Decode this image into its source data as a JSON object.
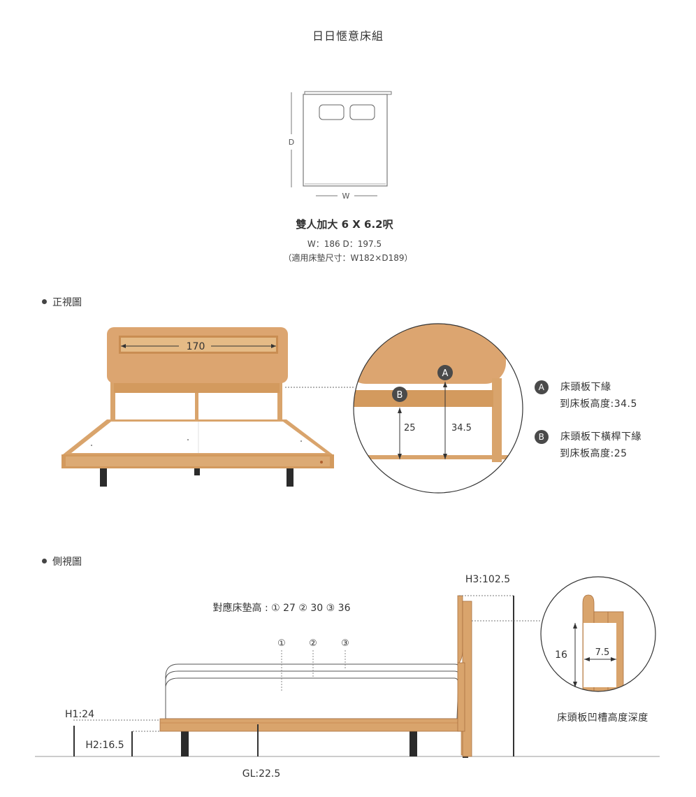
{
  "title": "日日愜意床組",
  "top_view": {
    "d_label": "D",
    "w_label": "W",
    "size_name": "雙人加大 6 X 6.2呎",
    "dimensions": "W：186  D：197.5",
    "mattress_note": "（適用床墊尺寸：W182×D189）"
  },
  "front_view": {
    "section_label": "正視圖",
    "headboard_width": "170",
    "zoom_label_a": "A",
    "zoom_label_b": "B",
    "zoom_b_height": "25",
    "zoom_a_height": "34.5",
    "callouts": [
      {
        "badge": "A",
        "line1": "床頭板下緣",
        "line2": "到床板高度:34.5"
      },
      {
        "badge": "B",
        "line1": "床頭板下橫桿下緣",
        "line2": "到床板高度:25"
      }
    ]
  },
  "side_view": {
    "section_label": "側視圖",
    "mattress_heights": "對應床墊高 : ① 27  ② 30  ③ 36",
    "marker_1": "①",
    "marker_2": "②",
    "marker_3": "③",
    "h1": "H1:24",
    "h2": "H2:16.5",
    "h3": "H3:102.5",
    "gl": "GL:22.5",
    "groove_height": "16",
    "groove_depth": "7.5",
    "groove_caption": "床頭板凹槽高度深度"
  },
  "colors": {
    "wood": "#d9a46c",
    "wood_dark": "#c4864c",
    "line": "#555555",
    "leg": "#2b2b2b"
  }
}
